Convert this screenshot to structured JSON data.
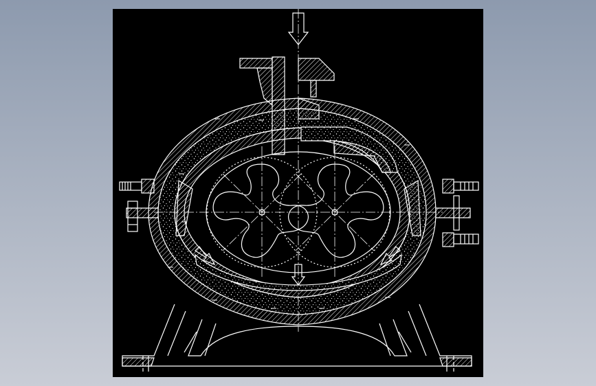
{
  "viewport": {
    "background_top": "#8D9AAE",
    "background_bottom": "#C9CDD6"
  },
  "drawing": {
    "subject": "roots-vacuum-pump-cross-section",
    "background": "#000000",
    "line_color": "#FFFFFF",
    "hatch_pattern": "diagonal-45",
    "insulation_fill": "speckle",
    "flow_arrows": [
      "inlet-arrow-top",
      "outlet-arrow-bottom",
      "flow-arrow-left",
      "flow-arrow-right"
    ],
    "rotor_lobes_per_rotor": 3,
    "rotor_count": 2
  }
}
